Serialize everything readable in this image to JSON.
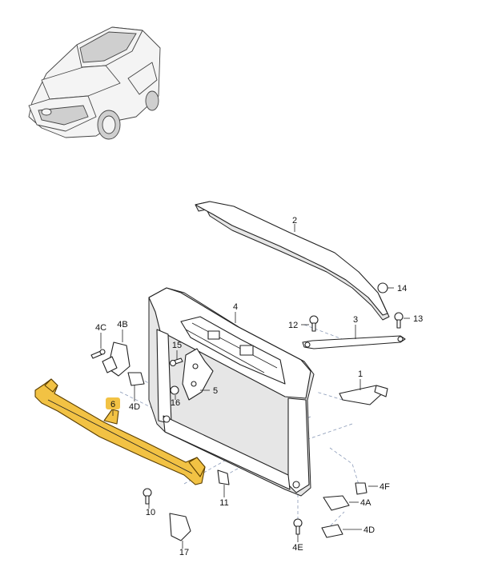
{
  "diagram": {
    "callouts": [
      {
        "id": "c-2",
        "text": "2"
      },
      {
        "id": "c-14",
        "text": "14"
      },
      {
        "id": "c-13",
        "text": "13"
      },
      {
        "id": "c-4",
        "text": "4"
      },
      {
        "id": "c-12",
        "text": "12"
      },
      {
        "id": "c-3",
        "text": "3"
      },
      {
        "id": "c-4C",
        "text": "4C"
      },
      {
        "id": "c-4B",
        "text": "4B"
      },
      {
        "id": "c-15",
        "text": "15"
      },
      {
        "id": "c-1",
        "text": "1"
      },
      {
        "id": "c-5",
        "text": "5"
      },
      {
        "id": "c-16",
        "text": "16"
      },
      {
        "id": "c-4D-left",
        "text": "4D"
      },
      {
        "id": "c-6",
        "text": "6"
      },
      {
        "id": "c-4F",
        "text": "4F"
      },
      {
        "id": "c-4A",
        "text": "4A"
      },
      {
        "id": "c-10",
        "text": "10"
      },
      {
        "id": "c-11",
        "text": "11"
      },
      {
        "id": "c-4D-right",
        "text": "4D"
      },
      {
        "id": "c-4E",
        "text": "4E"
      },
      {
        "id": "c-17",
        "text": "17"
      }
    ],
    "highlighted_callout": "6",
    "colors": {
      "highlight_fill": "#f2c244",
      "highlight_badge": "#f2c244",
      "line": "#222222",
      "dashed_guide": "#8a9ab8"
    }
  }
}
